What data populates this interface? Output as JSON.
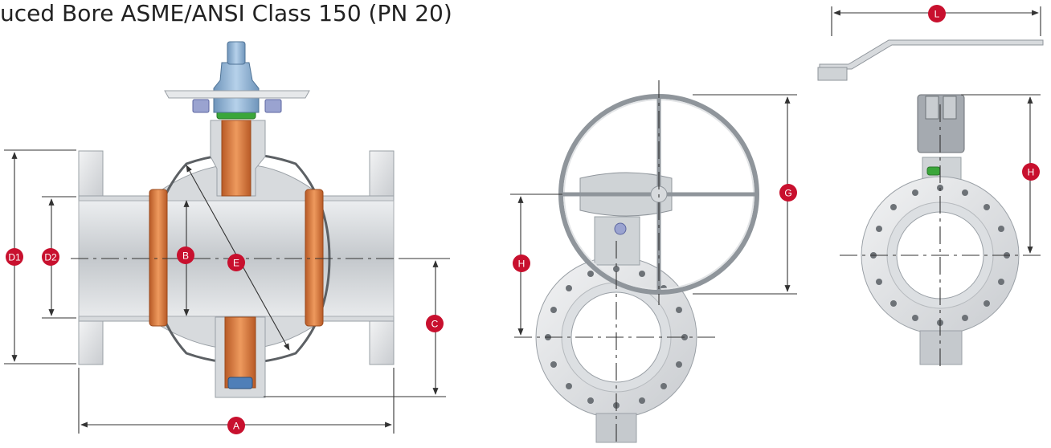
{
  "title": "uced Bore ASME/ANSI Class 150 (PN 20)",
  "labels": {
    "A": "A",
    "B": "B",
    "C": "C",
    "D1": "D1",
    "D2": "D2",
    "E": "E",
    "G": "G",
    "H_gear": "H",
    "H_lever": "H",
    "L": "L"
  },
  "colors": {
    "label_badge": "#c8102e",
    "body_grey": "#cfd3d6",
    "stem_orange": "#d4723a",
    "bonnet_blue": "#8db3d6",
    "seal_green": "#3aa63a"
  },
  "icons": [
    "ball-valve-cutaway",
    "gear-handwheel-operator",
    "lever-operator"
  ]
}
